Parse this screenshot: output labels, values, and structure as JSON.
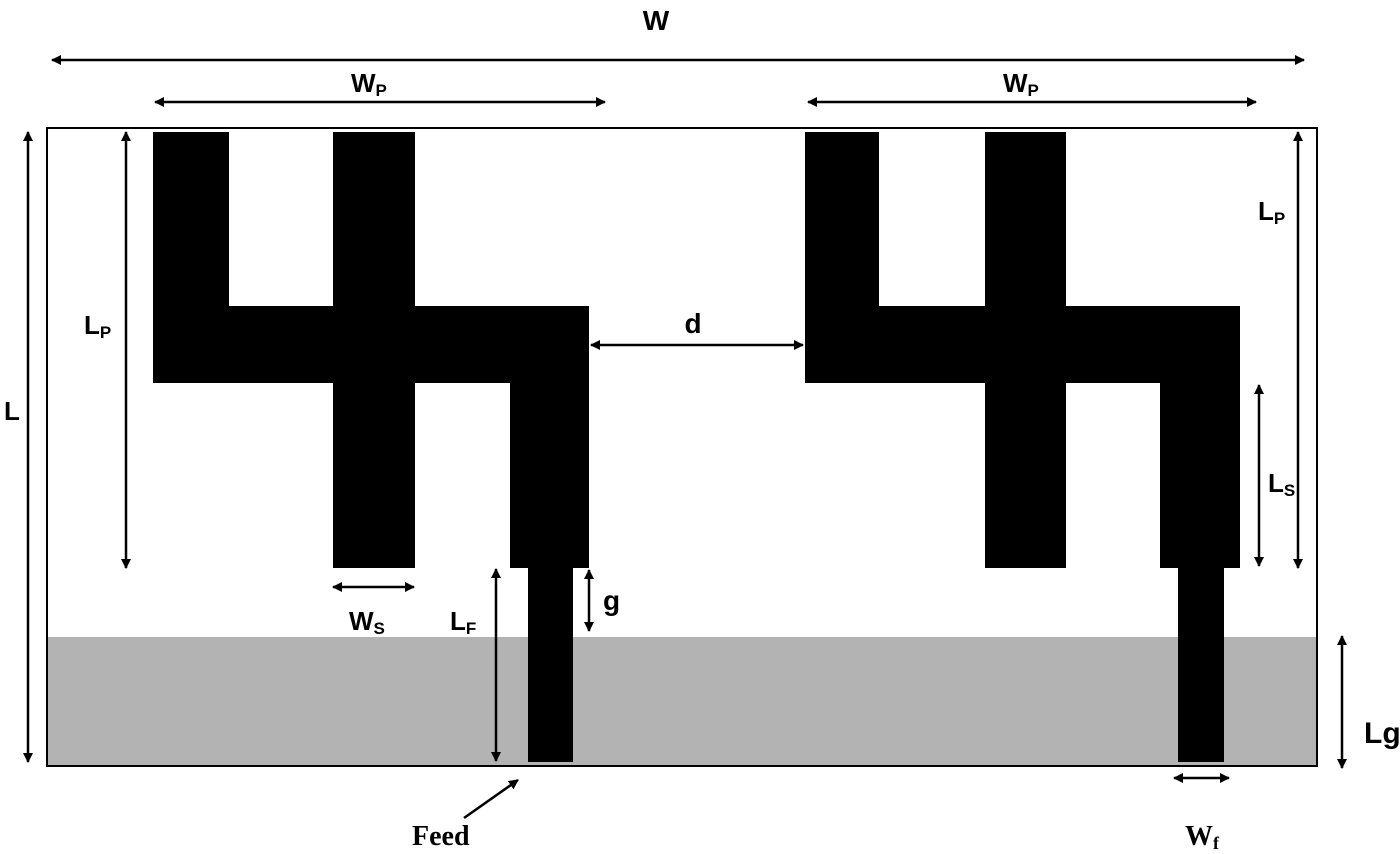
{
  "colors": {
    "background": "#ffffff",
    "metal": "#000000",
    "ground": "#b3b3b3",
    "outline": "#000000"
  },
  "labels": {
    "W": "W",
    "Wp_main": "W",
    "Wp_sub": "P",
    "Lp_main": "L",
    "Lp_sub": "P",
    "L": "L",
    "d": "d",
    "Ls_main": "L",
    "Ls_sub": "S",
    "Ws_main": "W",
    "Ws_sub": "S",
    "Lf_main": "L",
    "Lf_sub": "F",
    "g": "g",
    "Lg": "Lg",
    "Wf_main": "W",
    "Wf_sub": "f",
    "feed": "Feed"
  }
}
